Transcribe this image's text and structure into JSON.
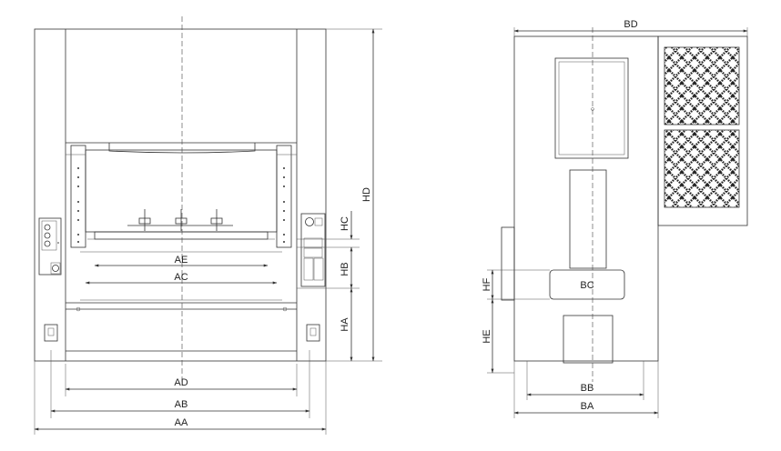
{
  "front_view": {
    "labels": {
      "AE": "AE",
      "AC": "AC",
      "AD": "AD",
      "AB": "AB",
      "AA": "AA",
      "HD": "HD",
      "HC": "HC",
      "HB": "HB",
      "HA": "HA"
    }
  },
  "side_view": {
    "labels": {
      "BD": "BD",
      "BC": "BC",
      "BB": "BB",
      "BA": "BA",
      "HF": "HF",
      "HE": "HE"
    }
  },
  "colors": {
    "line": "#333333",
    "hatch": "#333333",
    "background": "#ffffff"
  }
}
